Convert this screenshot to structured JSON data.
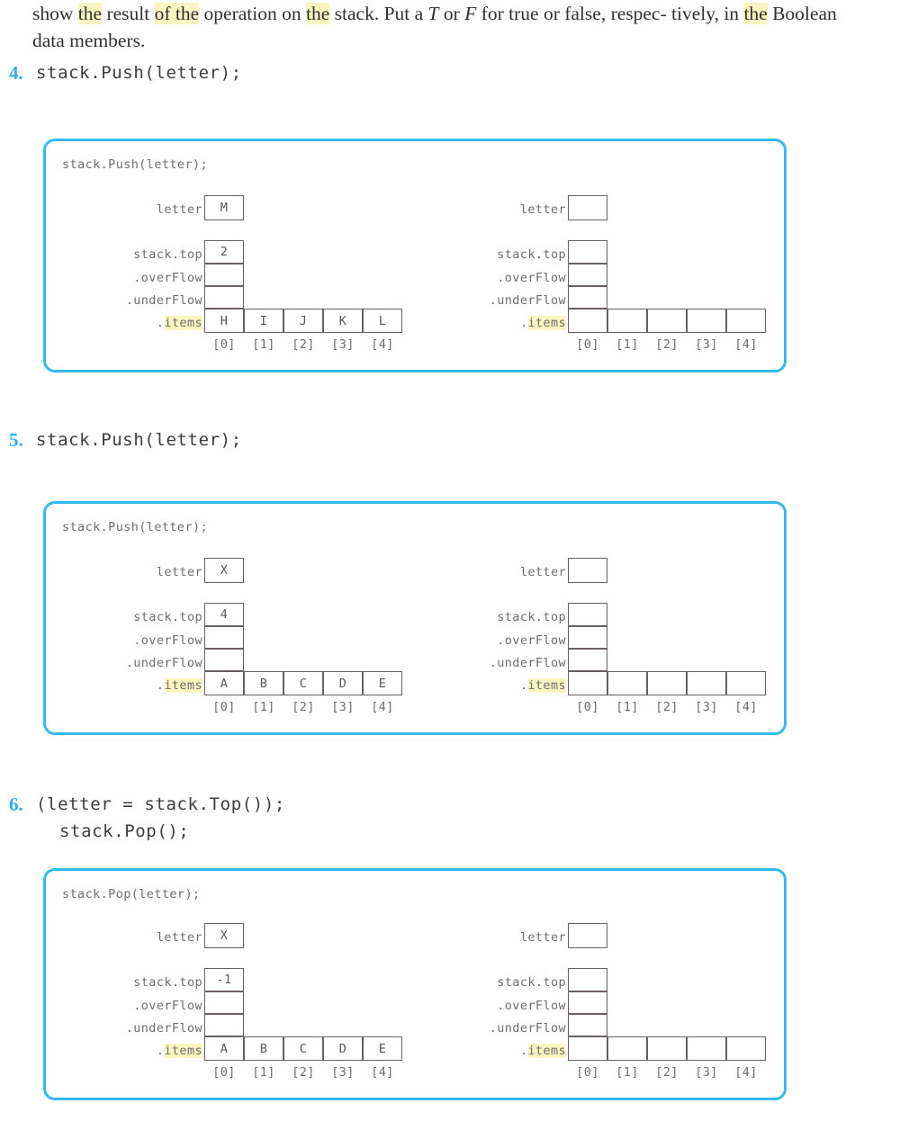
{
  "intro": {
    "line1_a": "show ",
    "hl1": "the",
    "line1_b": " result ",
    "hl2": "of the",
    "line1_c": " operation on ",
    "hl3": "the",
    "line1_d": " stack. Put a ",
    "it1": "T",
    "line1_e": " or ",
    "it2": "F",
    "line1_f": " for true or false, respec-",
    "line2_a": "tively, in ",
    "hl4": "the",
    "line2_b": " Boolean data members."
  },
  "accent_color": "#35b9f3",
  "highlight_color": "#fbf5c2",
  "index_labels": [
    "[0]",
    "[1]",
    "[2]",
    "[3]",
    "[4]"
  ],
  "field_labels": {
    "letter": "letter",
    "top": "stack.top",
    "overflow": ".overFlow",
    "underflow": ".underFlow",
    "items_dot": ".",
    "items_word": "items"
  },
  "items": [
    {
      "number": "4.",
      "code_line1": "stack.Push(letter);",
      "code_line2": "",
      "panel": {
        "caption": "stack.Push(letter);",
        "left": {
          "letter_value": "M",
          "top_value": "2",
          "overflow_value": "",
          "underflow_value": "",
          "items_values": [
            "H",
            "I",
            "J",
            "K",
            "L"
          ]
        },
        "right": {
          "letter_value": "",
          "top_value": "",
          "overflow_value": "",
          "underflow_value": "",
          "items_values": [
            "",
            "",
            "",
            "",
            ""
          ]
        }
      }
    },
    {
      "number": "5.",
      "code_line1": "stack.Push(letter);",
      "code_line2": "",
      "panel": {
        "caption": "stack.Push(letter);",
        "left": {
          "letter_value": "X",
          "top_value": "4",
          "overflow_value": "",
          "underflow_value": "",
          "items_values": [
            "A",
            "B",
            "C",
            "D",
            "E"
          ]
        },
        "right": {
          "letter_value": "",
          "top_value": "",
          "overflow_value": "",
          "underflow_value": "",
          "items_values": [
            "",
            "",
            "",
            "",
            ""
          ]
        }
      }
    },
    {
      "number": "6.",
      "code_line1": "(letter = stack.Top());",
      "code_line2": "stack.Pop();",
      "panel": {
        "caption": "stack.Pop(letter);",
        "left": {
          "letter_value": "X",
          "top_value": "-1",
          "overflow_value": "",
          "underflow_value": "",
          "items_values": [
            "A",
            "B",
            "C",
            "D",
            "E"
          ]
        },
        "right": {
          "letter_value": "",
          "top_value": "",
          "overflow_value": "",
          "underflow_value": "",
          "items_values": [
            "",
            "",
            "",
            "",
            ""
          ]
        }
      }
    }
  ]
}
